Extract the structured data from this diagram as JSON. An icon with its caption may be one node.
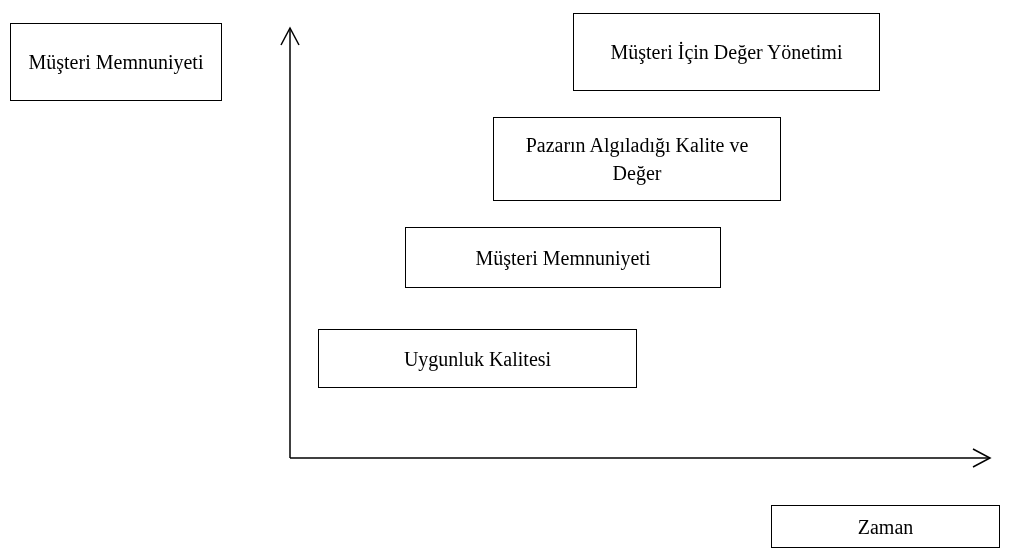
{
  "diagram": {
    "nodes": [
      {
        "text": [
          "Müşteri Memnuniyeti"
        ]
      },
      {
        "text": [
          "Müşteri İçin Değer Yönetimi"
        ]
      },
      {
        "text": [
          "Pazarın Algıladığı Kalite ve Değer"
        ]
      },
      {
        "text": [
          "Müşteri Memnuniyeti"
        ]
      },
      {
        "text": [
          "Uygunluk Kalitesi"
        ]
      },
      {
        "text": [
          "Zaman"
        ]
      }
    ],
    "edges": []
  }
}
